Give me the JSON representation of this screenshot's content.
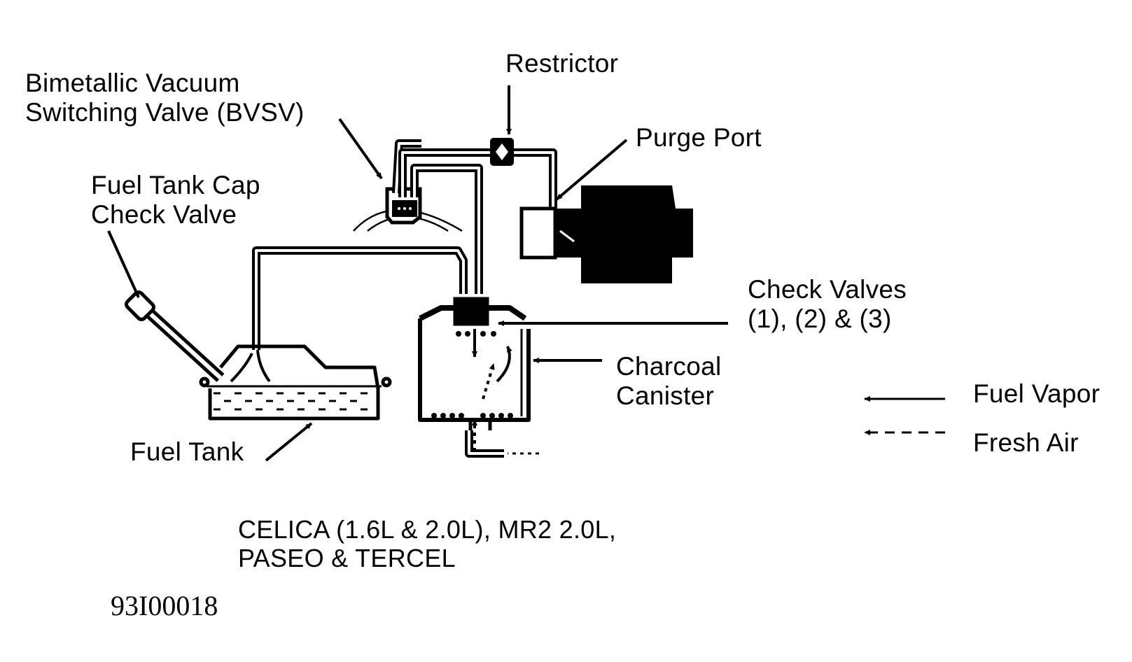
{
  "figure": {
    "figure_id": "93I00018",
    "caption_lines": [
      "CELICA (1.6L & 2.0L), MR2 2.0L,",
      "PASEO & TERCEL"
    ]
  },
  "labels": {
    "bvsv": [
      "Bimetallic Vacuum",
      "Switching Valve (BVSV)"
    ],
    "restrictor": "Restrictor",
    "purge_port": "Purge Port",
    "fuel_tank_cap": [
      "Fuel Tank Cap",
      "Check Valve"
    ],
    "check_valves": [
      "Check Valves",
      "(1), (2) & (3)"
    ],
    "charcoal_canister": [
      "Charcoal",
      "Canister"
    ],
    "fuel_tank": "Fuel Tank"
  },
  "legend": {
    "items": [
      {
        "line_style": "solid",
        "label": "Fuel Vapor"
      },
      {
        "line_style": "dashed",
        "label": "Fresh Air"
      }
    ]
  },
  "colors": {
    "ink": "#000000",
    "paper": "#ffffff"
  }
}
